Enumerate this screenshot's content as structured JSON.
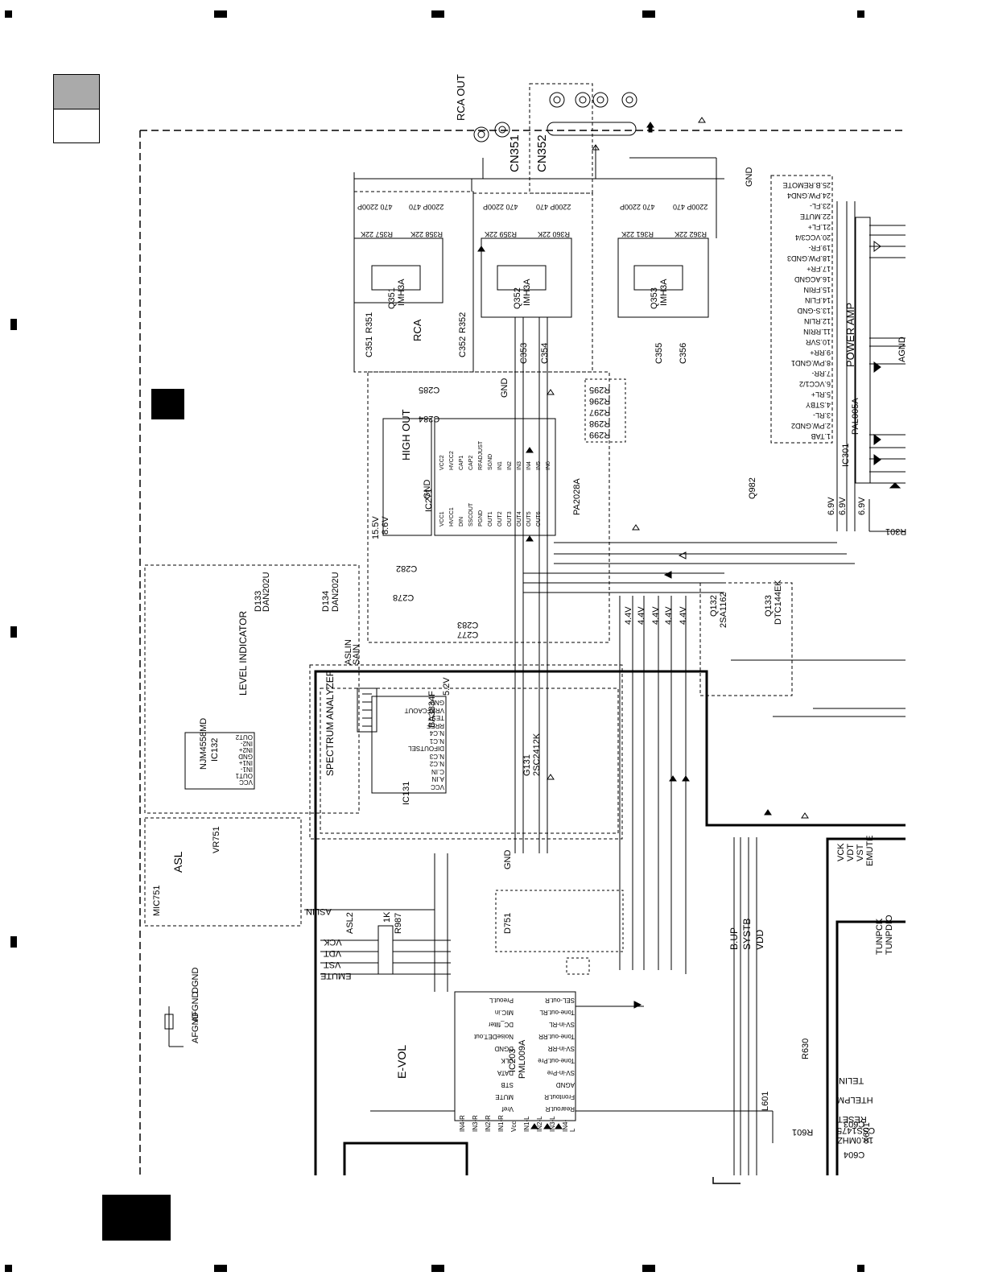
{
  "labels": {
    "rca_out": "RCA OUT",
    "cn351": "CN351",
    "cn352": "CN352",
    "rca": "RCA",
    "high_out": "HIGH OUT",
    "power_amp": "POWER AMP",
    "level_indicator": "LEVEL INDICATOR",
    "spectrum_analyzer": "SPECTRUM ANALYZER",
    "asl": "ASL",
    "evol": "E-VOL",
    "ic203": "IC203",
    "ic203_part": "PML009A",
    "ic301": "IC301",
    "ic301_part": "PAL005A",
    "ic271": "IC271",
    "ic271_part": "PA2028A",
    "ic132": "IC132",
    "ic132_part": "NJM4558MD",
    "ic131": "IC131",
    "ic131_part": "BA3834F",
    "q351": "Q351",
    "q352": "Q352",
    "q353": "Q353",
    "q351_part": "IMH3A",
    "q352_part": "IMH3A",
    "q353_part": "IMH3A",
    "q982": "Q982",
    "q132": "Q132",
    "q133": "Q133",
    "q131": "G131",
    "q132_part": "2SA1162",
    "q133_part": "DTC144EK",
    "q131_part": "2SC2412K",
    "d133": "D133",
    "d134": "D134",
    "d133_part": "DAN202U",
    "d134_part": "DAN202U",
    "d751": "D751",
    "mic": "MIC751",
    "vr751": "VR751",
    "b_up": "B.UP",
    "systb": "SYSTB",
    "vdd": "VDD",
    "vck": "VCK",
    "vdt": "VDT",
    "vst": "VST",
    "emute": "EMUTE",
    "gnd": "GND",
    "agnd": "AGND",
    "afgnd": "AFGND",
    "dgnd": "DGND",
    "tunpck": "TUNPCK",
    "tunpdi": "TUNPDIO",
    "telin": "TELIN",
    "htelpm": "HTELPM",
    "reset": "RESET",
    "xtal": "10.0MHZ",
    "x601": "X601",
    "css": "CSS1475",
    "v69a": "6.9V",
    "v69b": "6.9V",
    "v69c": "6.9V",
    "v44a": "4.4V",
    "v44b": "4.4V",
    "v44c": "4.4V",
    "v44d": "4.4V",
    "v44e": "4.4V",
    "v155": "15.5V",
    "v86": "8.6V",
    "v52": "5.2V",
    "aslin": "ASLIN",
    "sain": "SAIN",
    "aslin2": "ASLIN",
    "asl2": "ASL2",
    "r987": "R987",
    "r987_val": "1K",
    "r351": "R351",
    "r352": "R352",
    "c351": "C351",
    "c352": "C352",
    "c353": "C353",
    "c354": "C354",
    "c355": "C355",
    "c356": "C356",
    "c285": "C285",
    "c284": "C284",
    "c282": "C282",
    "c278": "C278",
    "c277": "C277",
    "c283": "C283",
    "r295": "R295",
    "r296": "R296",
    "r297": "R297",
    "r298": "R298",
    "r299": "R299",
    "c603": "C603",
    "c604": "C604",
    "l601": "L601",
    "r601": "R601",
    "r630": "R630",
    "r301": "R301"
  },
  "pin_list": {
    "title": "POWER AMP",
    "pins": [
      "1.TAB",
      "2.PW.GND2",
      "3.RL-",
      "4.STBY",
      "5.RL+",
      "6.VCC1/2",
      "7.RR-",
      "8.PW.GND1",
      "9.RR+",
      "10.SVR",
      "11.RRIN",
      "12.RLIN",
      "13.S-GND",
      "14.FLIN",
      "15.FRIN",
      "16.ACGND",
      "17.FR+",
      "18.PW.GND3",
      "19.FR-",
      "20.VCC3/4",
      "21.FL+",
      "22.MUTE",
      "23.FL-",
      "24.PW.GND4",
      "25.B.REMOTE"
    ]
  },
  "ic271_pins": [
    "VCC2",
    "VCC1",
    "HVCC2",
    "HVCC1",
    "CAP1",
    "DIN",
    "CAP2",
    "SSCOUT",
    "RFADJUST",
    "PGND",
    "SGND",
    "OUT1",
    "IN1",
    "OUT2",
    "IN2",
    "OUT3",
    "IN3",
    "OUT4",
    "IN4",
    "OUT5",
    "IN5",
    "OUT6",
    "IN6"
  ],
  "ic203_pins_left": [
    "Vref",
    "MUTE",
    "STB",
    "DATA",
    "CLK",
    "DGND",
    "NoiseDET.out",
    "DC_filter",
    "MIC.in",
    "Preout.L"
  ],
  "ic203_pins_right": [
    "Rearout.R",
    "Frontout.R",
    "AGND",
    "SV-in-Pre",
    "Tone-out.Pre",
    "SV-in-RR",
    "Tone-out.RR",
    "SV-in-RL",
    "Tone-out.RL",
    "SEL-out.R"
  ],
  "ic203_pins_bottom": [
    "IN4-R",
    "IN3-R",
    "IN2-R",
    "IN1-R",
    "Vcc",
    "IN1-L",
    "IN2-L",
    "IN3-L",
    "IN4-L"
  ],
  "ic131_pins": [
    "VCC",
    "A.IN",
    "C.IN",
    "N.C2",
    "N.C3",
    "DIFOUTSEL",
    "N.C1",
    "N.C4",
    "RREF",
    "TEST",
    "VREFCAOUT",
    "GND"
  ],
  "ic132_pins": [
    "VCC",
    "OUT1",
    "IN1-",
    "IN1+",
    "GND",
    "IN2+",
    "IN2-",
    "OUT2"
  ],
  "cap_labels": [
    "470 2200P",
    "2200P 470",
    "470 2200P",
    "2200P 470",
    "470 2200P",
    "2200P 470"
  ],
  "res_labels": [
    "R357 22K",
    "R358 22K",
    "R359 22K",
    "R360 22K",
    "R361 22K",
    "R362 22K"
  ],
  "ic_boxes": [
    {
      "name": "IC271",
      "part": "PA2028A"
    },
    {
      "name": "IC203",
      "part": "PML009A"
    },
    {
      "name": "IC131",
      "part": "BA3834F"
    },
    {
      "name": "IC132",
      "part": "NJM4558MD"
    },
    {
      "name": "IC301",
      "part": "PAL005A"
    }
  ]
}
